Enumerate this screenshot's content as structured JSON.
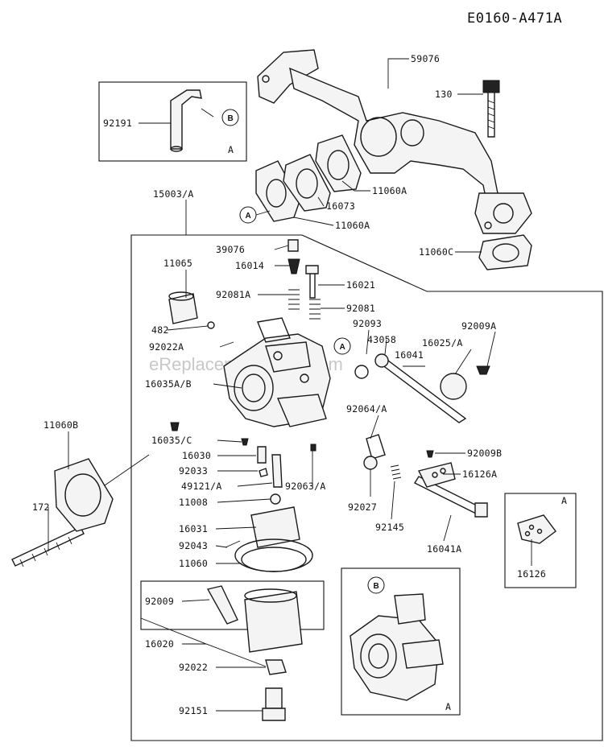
{
  "diagram_code": "E0160-A471A",
  "watermark": "eReplacementParts.com",
  "labels": {
    "p59076": "59076",
    "p130": "130",
    "p92191": "92191",
    "p11060A_1": "11060A",
    "p16073": "16073",
    "p11060A_2": "11060A",
    "p15003A": "15003/A",
    "p11060C": "11060C",
    "p39076": "39076",
    "p11065": "11065",
    "p16014": "16014",
    "p16021": "16021",
    "p92081A": "92081A",
    "p92081": "92081",
    "p482": "482",
    "p92093": "92093",
    "p92022A": "92022A",
    "p43058": "43058",
    "p92009A": "92009A",
    "p16025A": "16025/A",
    "p16041": "16041",
    "p16035AB": "16035A/B",
    "p11060B": "11060B",
    "p92064A": "92064/A",
    "p16035C": "16035/C",
    "p16030": "16030",
    "p92009B": "92009B",
    "p92033": "92033",
    "p16126A": "16126A",
    "p49121A": "49121/A",
    "p92063A": "92063/A",
    "p11008": "11008",
    "p92027": "92027",
    "p172": "172",
    "p92145": "92145",
    "p16041A": "16041A",
    "p16031": "16031",
    "p92043": "92043",
    "p11060": "11060",
    "p16126": "16126",
    "p92009": "92009",
    "p16020": "16020",
    "p92022": "92022",
    "p92151": "92151"
  },
  "callouts": {
    "a": "A",
    "b": "B"
  },
  "inset_tags": {
    "a": "A"
  }
}
